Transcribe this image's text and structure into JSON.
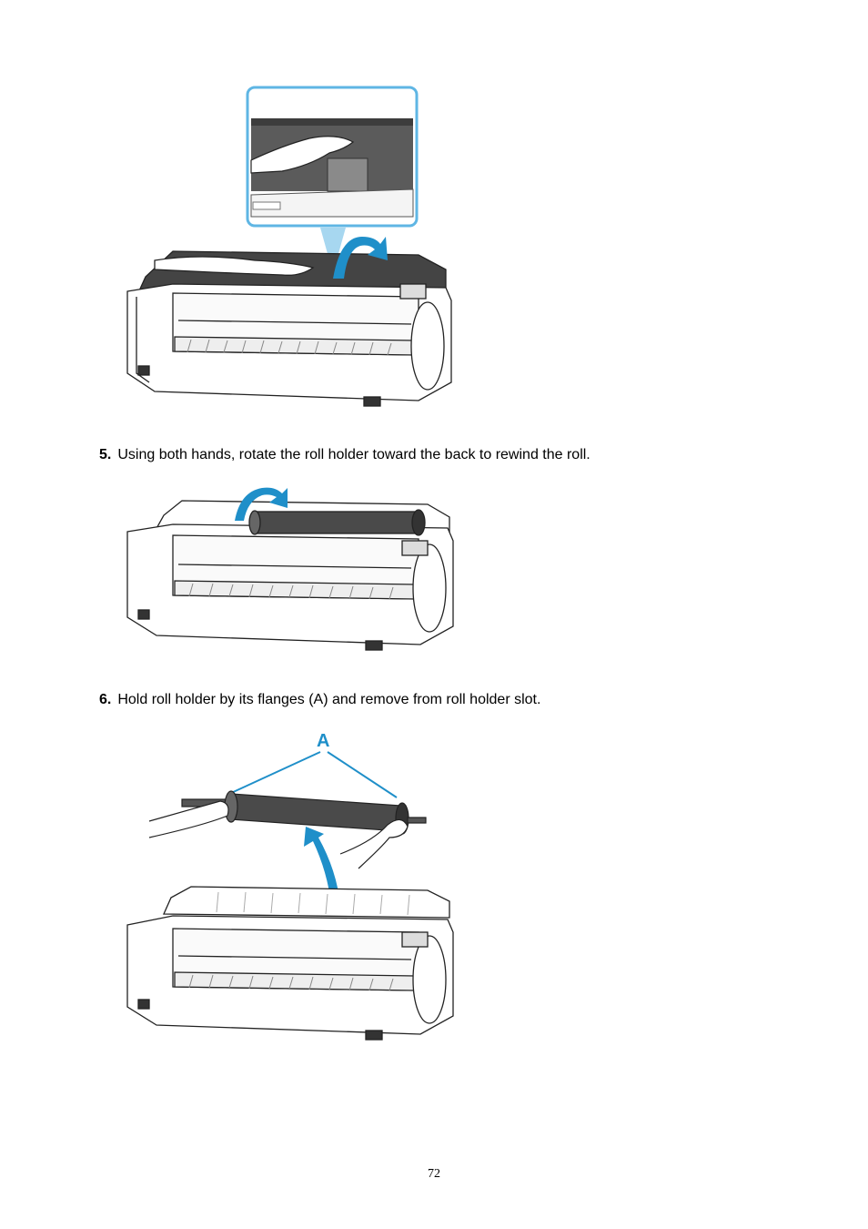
{
  "steps": [
    {
      "number": "5.",
      "text": "Using both hands, rotate the roll holder toward the back to rewind the roll."
    },
    {
      "number": "6.",
      "text": "Hold roll holder by its flanges (A) and remove from roll holder slot."
    }
  ],
  "figures": {
    "callout_label": "A"
  },
  "page_number": "72",
  "colors": {
    "accent_blue": "#1f8fc9",
    "callout_frame": "#5fb6e4",
    "roll_dark": "#4a4a4a"
  }
}
